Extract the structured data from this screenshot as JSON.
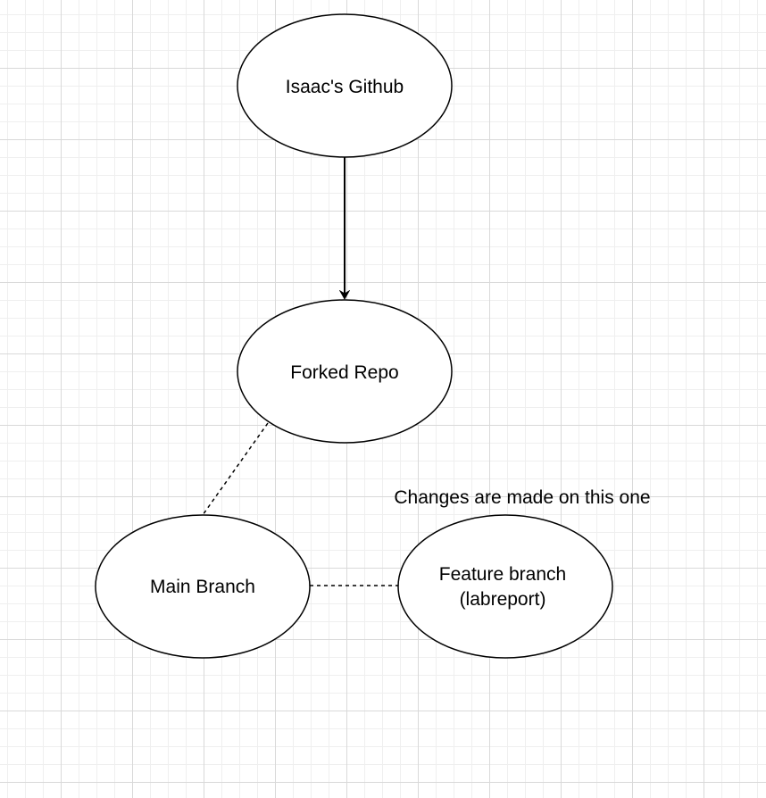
{
  "nodes": {
    "isaacs_github": {
      "label": "Isaac's Github"
    },
    "forked_repo": {
      "label": "Forked Repo"
    },
    "main_branch": {
      "label": "Main Branch"
    },
    "feature_branch": {
      "label_line1": "Feature branch",
      "label_line2": "(labreport)"
    }
  },
  "annotation": {
    "text": "Changes are made on this one"
  },
  "colors": {
    "stroke": "#000000",
    "fill": "#ffffff",
    "grid_major": "#d9d9d9",
    "grid_minor": "#efefef"
  }
}
